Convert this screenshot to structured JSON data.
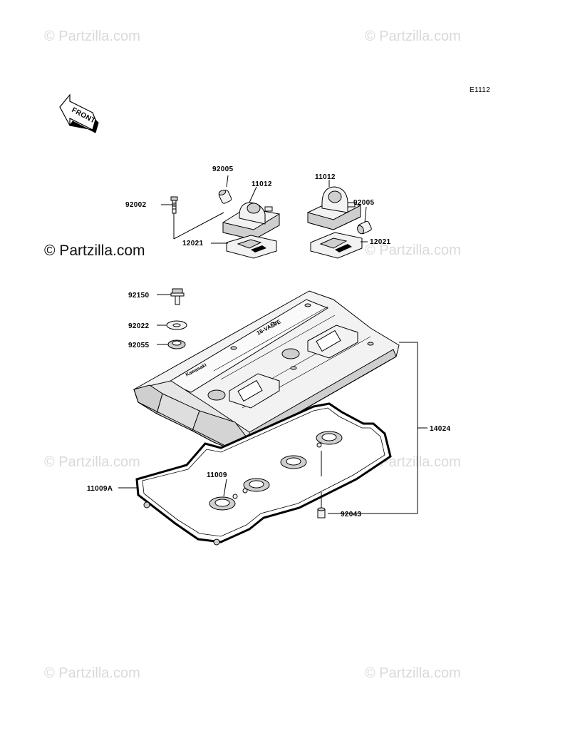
{
  "watermarks": {
    "top_left": "© Partzilla.com",
    "top_right": "© Partzilla.com",
    "mid_left": "© Partzilla.com",
    "mid_right": "© Partzilla.com",
    "lower_left": "© Partzilla.com",
    "lower_right": "© Partzilla.com",
    "bottom_left": "© Partzilla.com",
    "bottom_right": "© Partzilla.com"
  },
  "diagram_code": "E1112",
  "front_arrow_text": "FRONT",
  "callouts": {
    "p92005_left": "92005",
    "p11012_left": "11012",
    "p92002": "92002",
    "p12021_left": "12021",
    "p11012_right": "11012",
    "p92005_right": "92005",
    "p12021_right": "12021",
    "p92150": "92150",
    "p92022": "92022",
    "p92055": "92055",
    "p14024": "14024",
    "p11009": "11009",
    "p11009A": "11009A",
    "p92043": "92043"
  },
  "cover_text": {
    "brand": "Kawasaki",
    "emblem": "16-VALVE"
  },
  "colors": {
    "watermark": "#d9d9d9",
    "line": "#000000",
    "part_fill": "#f2f2f2"
  }
}
